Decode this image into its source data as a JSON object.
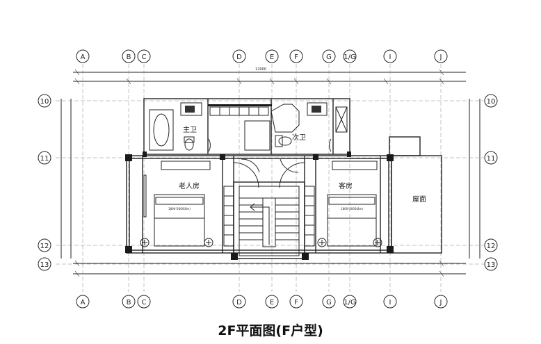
{
  "title": "2F平面图(F户型)",
  "grid_columns": [
    "A",
    "B",
    "C",
    "D",
    "E",
    "F",
    "G",
    "1/G",
    "I",
    "J"
  ],
  "grid_rows": [
    "10",
    "11",
    "12",
    "13"
  ],
  "overall_dimension": "12900",
  "rooms": {
    "master_bath": "主卫",
    "second_bath": "次卫",
    "elder_room": "老人房",
    "guest_room": "客房",
    "roof": "屋面"
  },
  "beds": {
    "elder_bed": "1800*2000(8m)",
    "guest_bed": "1800*2000(8m)"
  },
  "colors": {
    "line": "#222222",
    "wall": "#1a1a1a",
    "background": "#ffffff"
  }
}
